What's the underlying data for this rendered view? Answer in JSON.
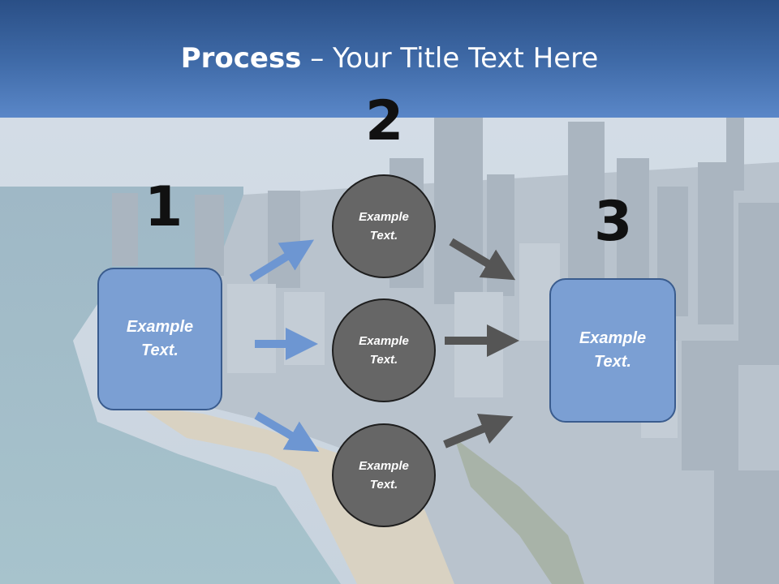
{
  "slide": {
    "title_bold": "Process",
    "title_rest": " – Your Title Text Here"
  },
  "steps": {
    "one": "1",
    "two": "2",
    "three": "3"
  },
  "boxes": {
    "left_line1": "Example",
    "left_line2": "Text.",
    "right_line1": "Example",
    "right_line2": "Text."
  },
  "circles": [
    {
      "line1": "Example",
      "line2": "Text."
    },
    {
      "line1": "Example",
      "line2": "Text."
    },
    {
      "line1": "Example",
      "line2": "Text."
    }
  ],
  "colors": {
    "header": "#3e69a6",
    "box_fill": "#7b9fd3",
    "box_border": "#3a5c8e",
    "circle_fill": "#666666",
    "arrow_blue": "#6d96d2",
    "arrow_gray": "#555555"
  }
}
